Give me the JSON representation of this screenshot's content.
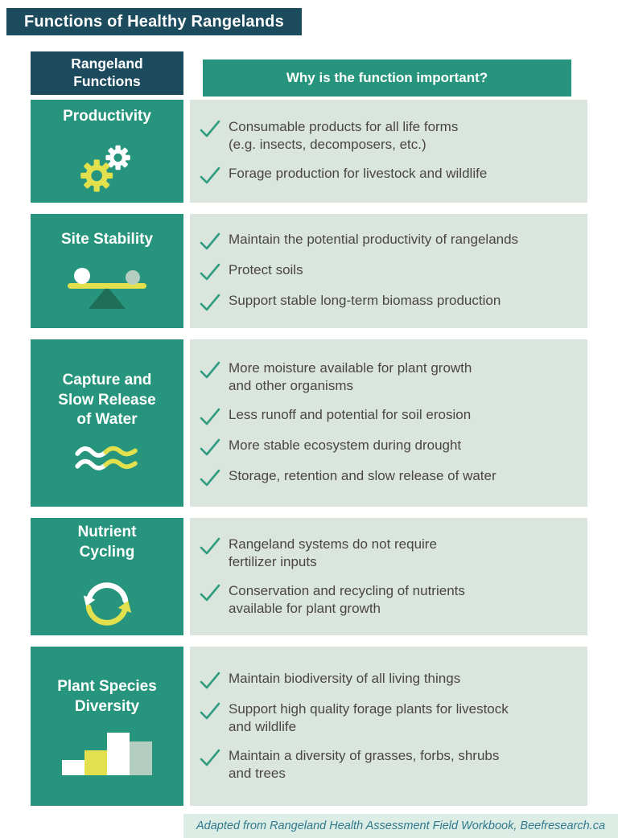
{
  "title_banner": "Functions of Healthy Rangelands",
  "table": {
    "header": {
      "left": "Rangeland\nFunctions",
      "right": "Why is the function important?"
    },
    "rows": [
      {
        "function": "Productivity",
        "icon": "gears-icon",
        "benefits": [
          "Consumable products for all life forms\n(e.g. insects, decomposers, etc.)",
          "Forage production for livestock and wildlife"
        ]
      },
      {
        "function": "Site Stability",
        "icon": "balance-icon",
        "benefits": [
          "Maintain the potential productivity of rangelands",
          "Protect soils",
          "Support stable long-term biomass production"
        ]
      },
      {
        "function": "Capture and\nSlow Release\nof Water",
        "icon": "water-waves-icon",
        "benefits": [
          "More moisture available for plant growth\nand other organisms",
          "Less runoff and potential for soil erosion",
          "More stable ecosystem during drought",
          "Storage, retention and slow release of water"
        ]
      },
      {
        "function": "Nutrient\nCycling",
        "icon": "recycle-arrows-icon",
        "benefits": [
          "Rangeland systems do not require\nfertilizer inputs",
          "Conservation and recycling of nutrients\navailable for plant growth"
        ]
      },
      {
        "function": "Plant Species\nDiversity",
        "icon": "bar-chart-icon",
        "benefits": [
          "Maintain biodiversity of all living things",
          "Support high quality forage plants for livestock\nand wildlife",
          "Maintain a diversity of grasses, forbs, shrubs\nand trees"
        ]
      }
    ]
  },
  "footer": {
    "credit": "Adapted from Rangeland Health Assessment Field Workbook, Beefresearch.ca"
  },
  "colors": {
    "navy": "#1d4b5e",
    "green": "#27957d",
    "light_box": "#d9e5dd",
    "yellow": "#e3e04e",
    "pale": "#b3cdc1",
    "triangle": "#1e6e58",
    "check": "#2f9c80",
    "text": "#4b4643",
    "footer_bg": "#dcede5",
    "footer_text": "#31798d"
  }
}
